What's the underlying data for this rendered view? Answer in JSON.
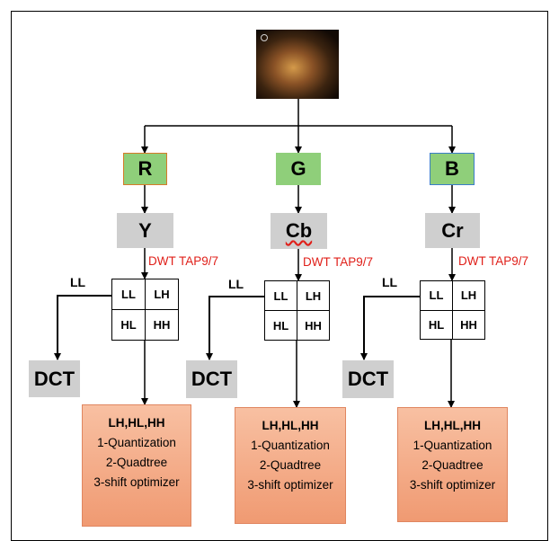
{
  "input_image": {
    "name": "echocardiogram-thumbnail"
  },
  "branches": [
    {
      "rgb": "R",
      "ycc": "Y",
      "dwt": "DWT TAP9/7",
      "ll_label": "LL",
      "cells": [
        "LL",
        "LH",
        "HL",
        "HH"
      ],
      "dct": "DCT",
      "proc_title": "LH,HL,HH",
      "steps": [
        "1-Quantization",
        "2-Quadtree",
        "3-shift optimizer"
      ]
    },
    {
      "rgb": "G",
      "ycc": "Cb",
      "dwt": "DWT TAP9/7",
      "ll_label": "LL",
      "cells": [
        "LL",
        "LH",
        "HL",
        "HH"
      ],
      "dct": "DCT",
      "proc_title": "LH,HL,HH",
      "steps": [
        "1-Quantization",
        "2-Quadtree",
        "3-shift optimizer"
      ]
    },
    {
      "rgb": "B",
      "ycc": "Cr",
      "dwt": "DWT TAP9/7",
      "ll_label": "LL",
      "cells": [
        "LL",
        "LH",
        "HL",
        "HH"
      ],
      "dct": "DCT",
      "proc_title": "LH,HL,HH",
      "steps": [
        "1-Quantization",
        "2-Quadtree",
        "3-shift optimizer"
      ]
    }
  ],
  "colors": {
    "rgb_box": "#8fcf7a",
    "ycc_box": "#cfcfcf",
    "dwt_text": "#e0201a",
    "proc_box": "#f4a985"
  }
}
